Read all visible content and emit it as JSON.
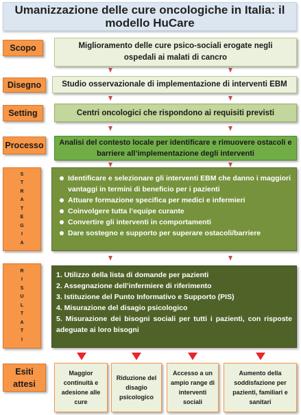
{
  "title": "Umanizzazione delle cure oncologiche in Italia: il modello HuCare",
  "rows": {
    "scopo": {
      "label": "Scopo",
      "text": "Miglioramento delle cure psico-sociali erogate negli ospedali ai malati di cancro"
    },
    "disegno": {
      "label": "Disegno",
      "text": "Studio osservazionale di implementazione di interventi EBM"
    },
    "setting": {
      "label": "Setting",
      "text": "Centri oncologici che rispondono ai requisiti previsti"
    },
    "processo": {
      "label": "Processo",
      "text": "Analisi del contesto locale per identificare e rimuovere ostacoli e barriere all’implementazione degli interventi"
    }
  },
  "strategia": {
    "label_letters": [
      "S",
      "T",
      "R",
      "A",
      "T",
      "E",
      "G",
      "I",
      "A"
    ],
    "items": [
      "Identificare e selezionare  gli interventi EBM che danno i maggiori vantaggi in termini di beneficio per i pazienti",
      "Attuare formazione specifica per medici e infermieri",
      "Coinvolgere tutta l’equipe curante",
      "Convertire gli interventi in comportamenti",
      "Dare sostegno e supporto per superare ostacoli/barriere"
    ]
  },
  "risultati": {
    "label_letters": [
      "R",
      "I",
      "S",
      "U",
      "L",
      "T",
      "A",
      "T",
      "I"
    ],
    "items": [
      "1. Utilizzo della lista di domande per pazienti",
      "2. Assegnazione dell’infermiere di riferimento",
      "3. Istituzione del Punto Informativo e Supporto (PIS)",
      "4. Misurazione del disagio psicologico",
      "5. Misurazione dei bisogni sociali per tutti i pazienti, con risposte adeguate ai loro bisogni"
    ]
  },
  "esiti": {
    "label": "Esiti attesi",
    "items": [
      "Maggior continuità e adesione alle cure",
      "Riduzione del disagio psicologico",
      "Accesso a un ampio range di interventi sociali",
      "Aumento della soddisfazione per pazienti, familiari e sanitari"
    ]
  },
  "colors": {
    "title_bg": "#dbe6f1",
    "label_orange": "#f79646",
    "light_green": "#ebf1dd",
    "mid_green": "#c3d69b",
    "green": "#70ad47",
    "olive": "#76923c",
    "dark_olive": "#4f6228",
    "arrow_red": "#c0504d"
  }
}
